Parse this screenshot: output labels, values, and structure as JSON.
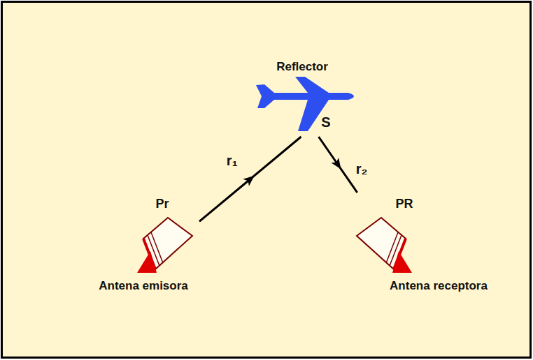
{
  "diagram": {
    "nodes": [
      {
        "text": [
          "Reflector",
          "S"
        ]
      },
      {
        "text": [
          "Pr",
          "Antena emisora"
        ]
      },
      {
        "text": [
          "PR",
          "Antena receptora"
        ]
      }
    ],
    "edges": [
      {
        "from": 1,
        "to": 0,
        "label": "r₁",
        "arrow": "to"
      },
      {
        "from": 0,
        "to": 2,
        "label": "r₂",
        "arrow": "to"
      }
    ]
  }
}
